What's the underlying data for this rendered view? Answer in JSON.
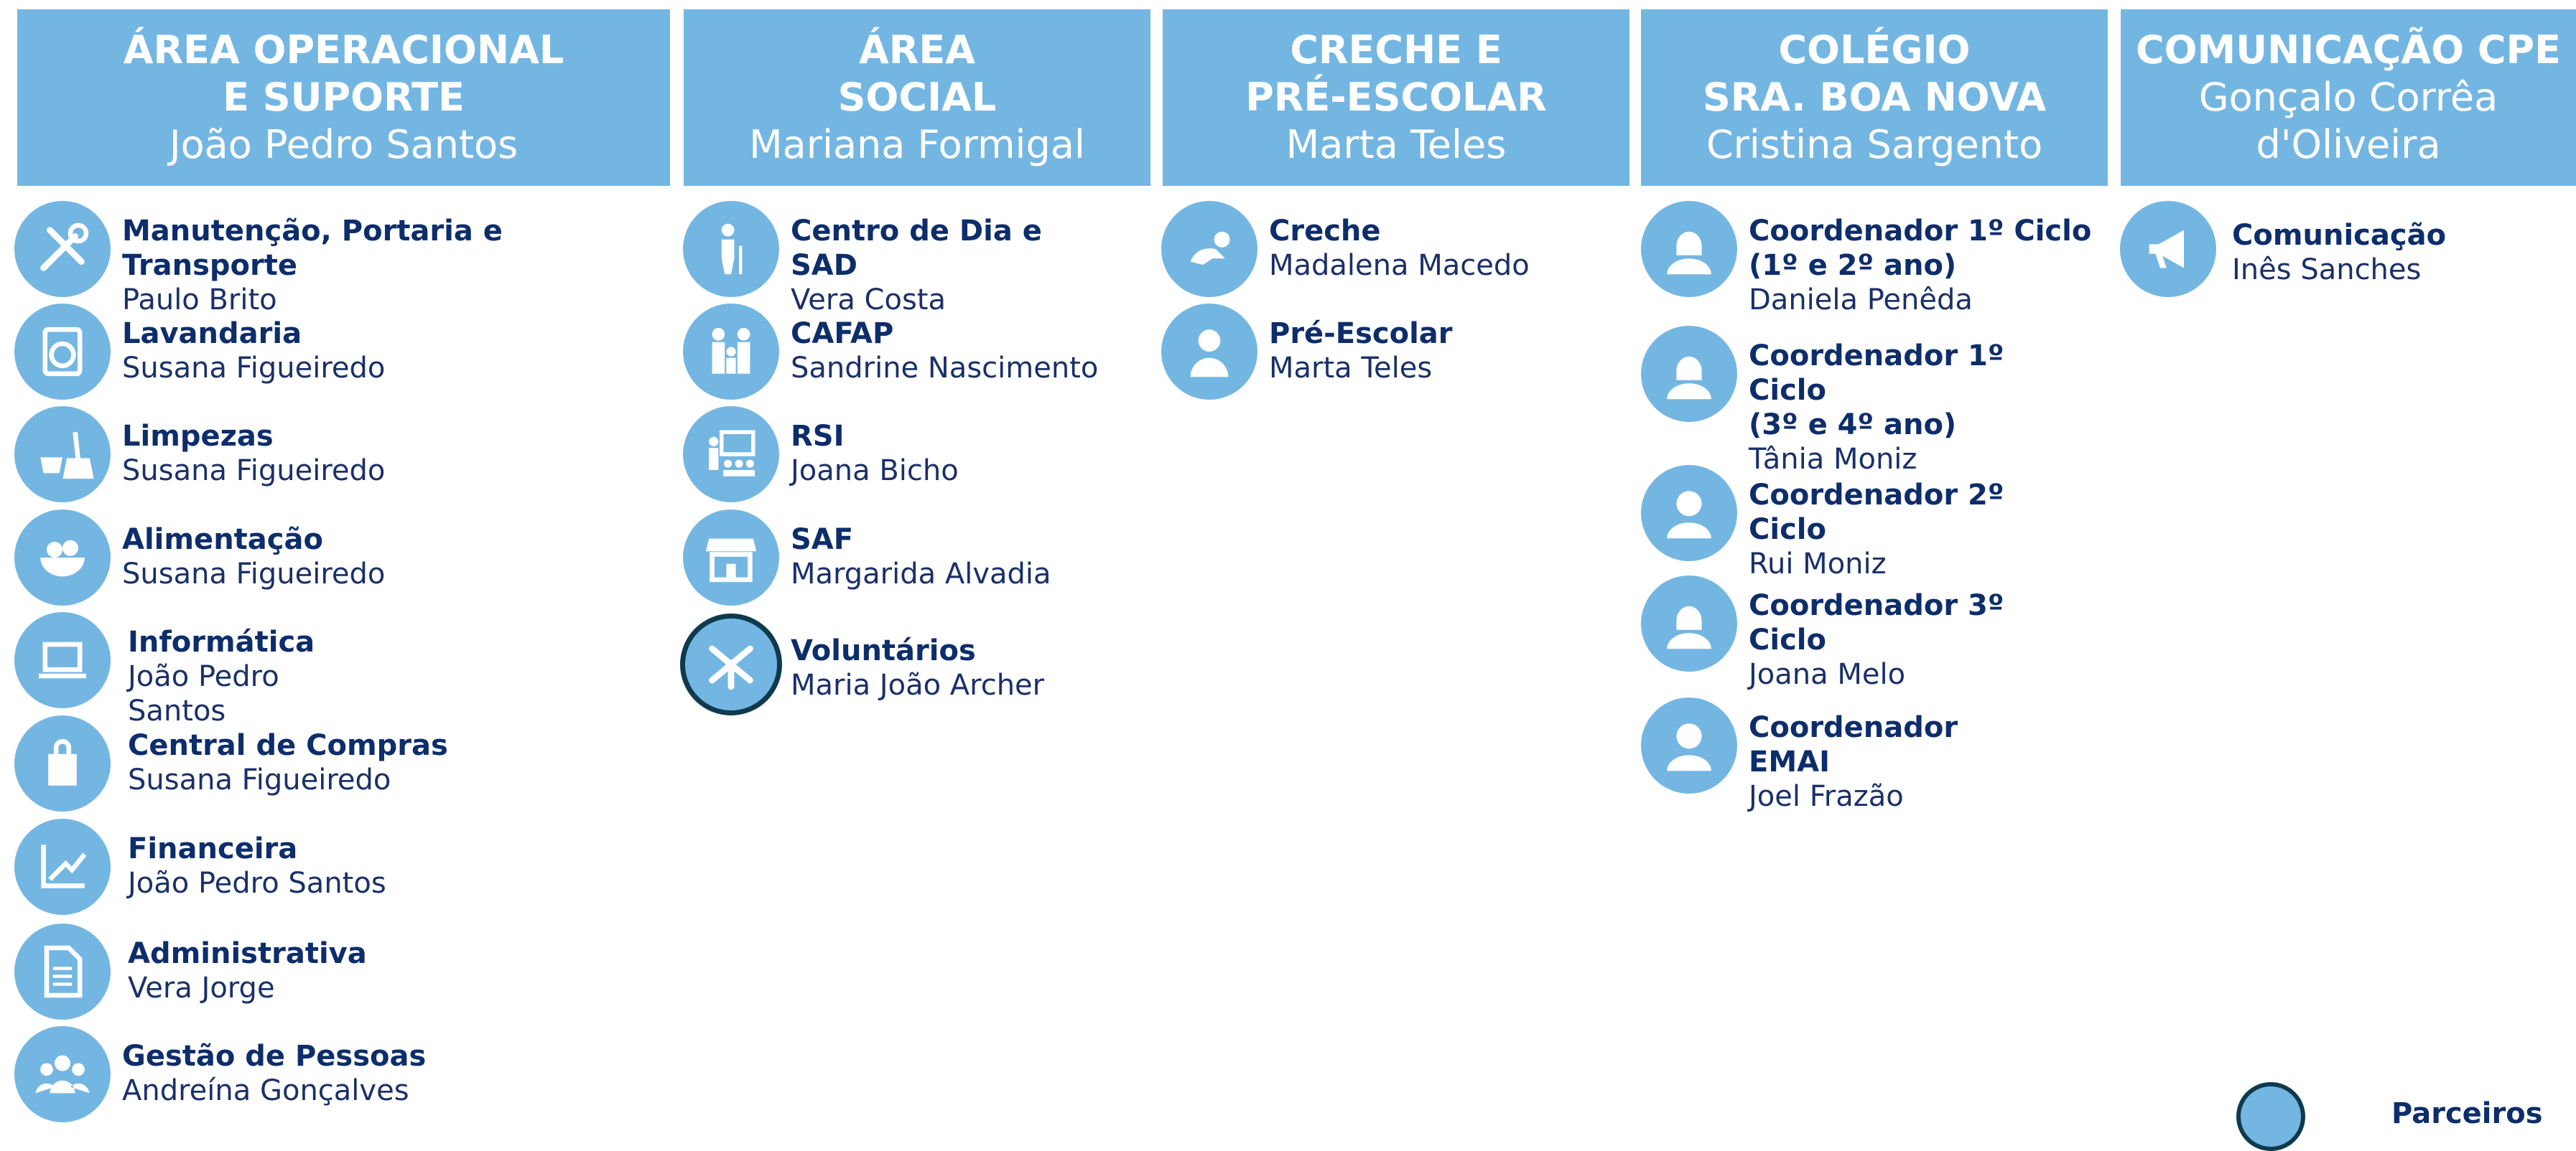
{
  "colors": {
    "header_bg": "#74b6e2",
    "circle": "#74b6e2",
    "text_dark": "#0d2d6b",
    "ring": "#0f3a4e"
  },
  "columns": [
    {
      "title": "ÁREA OPERACIONAL\nE SUPORTE",
      "name": "João Pedro Santos",
      "items": [
        {
          "label": "Manutenção, Portaria e\nTransporte",
          "person": "Paulo Brito",
          "icon": "tools-icon"
        },
        {
          "label": "Lavandaria",
          "person": "Susana Figueiredo",
          "icon": "washing-machine-icon"
        },
        {
          "label": "Limpezas",
          "person": "Susana Figueiredo",
          "icon": "cleaning-icon"
        },
        {
          "label": "Alimentação",
          "person": "Susana Figueiredo",
          "icon": "fruit-bowl-icon"
        },
        {
          "label": "Informática",
          "person": "João Pedro\nSantos",
          "icon": "laptop-icon"
        },
        {
          "label": "Central de Compras",
          "person": "Susana Figueiredo",
          "icon": "shopping-bag-icon"
        },
        {
          "label": "Financeira",
          "person": "João Pedro Santos",
          "icon": "finance-chart-icon"
        },
        {
          "label": "Administrativa",
          "person": "Vera Jorge",
          "icon": "document-icon"
        },
        {
          "label": "Gestão de Pessoas",
          "person": "Andreína Gonçalves",
          "icon": "people-group-icon"
        }
      ]
    },
    {
      "title": "ÁREA\nSOCIAL",
      "name": "Mariana Formigal",
      "items": [
        {
          "label": "Centro de Dia e\nSAD",
          "person": "Vera Costa",
          "icon": "elderly-icon"
        },
        {
          "label": "CAFAP",
          "person": "Sandrine Nascimento",
          "icon": "family-icon"
        },
        {
          "label": "RSI",
          "person": "Joana Bicho",
          "icon": "classroom-icon"
        },
        {
          "label": "SAF",
          "person": "Margarida Alvadia",
          "icon": "store-icon"
        },
        {
          "label": "Voluntários",
          "person": "Maria João Archer",
          "icon": "hands-icon"
        }
      ]
    },
    {
      "title": "CRECHE E\nPRÉ-ESCOLAR",
      "name": "Marta Teles",
      "items": [
        {
          "label": "Creche",
          "person": "Madalena Macedo",
          "icon": "baby-icon"
        },
        {
          "label": "Pré-Escolar",
          "person": "Marta Teles",
          "icon": "child-icon"
        }
      ]
    },
    {
      "title": "COLÉGIO\nSRA. BOA NOVA",
      "name": "Cristina Sargento",
      "items": [
        {
          "label": "Coordenador  1º Ciclo\n(1º e 2º ano)",
          "person": "Daniela Penêda",
          "icon": "woman-icon"
        },
        {
          "label": "Coordenador 1º\nCiclo\n (3º e 4º ano)",
          "person": "Tânia Moniz",
          "icon": "woman-icon"
        },
        {
          "label": "Coordenador 2º\nCiclo",
          "person": "Rui Moniz",
          "icon": "man-icon"
        },
        {
          "label": "Coordenador 3º\nCiclo",
          "person": "Joana Melo",
          "icon": "woman-icon"
        },
        {
          "label": "Coordenador\nEMAI",
          "person": "Joel Frazão",
          "icon": "man-icon"
        }
      ]
    },
    {
      "title": "COMUNICAÇÃO CPE",
      "name": "Gonçalo Corrêa\nd'Oliveira",
      "items": [
        {
          "label": "Comunicação",
          "person": "Inês Sanches",
          "icon": "megaphone-icon"
        }
      ]
    }
  ],
  "partial": {
    "label": "Parceiros"
  }
}
